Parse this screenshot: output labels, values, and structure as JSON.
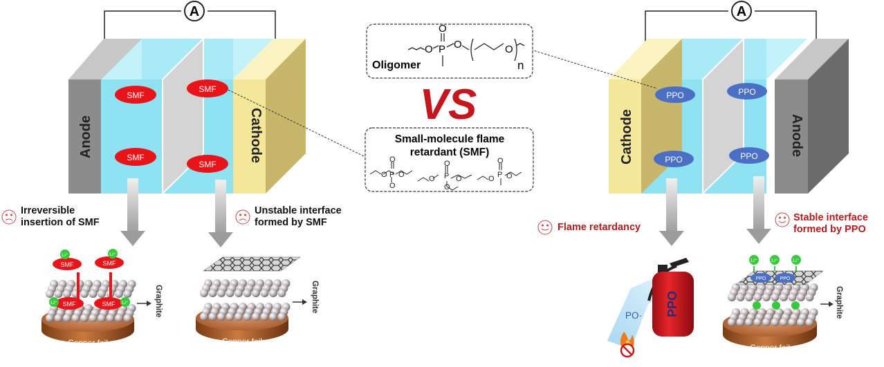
{
  "ammeter": {
    "left": "A",
    "right": "A"
  },
  "left_cell": {
    "anode": "Anode",
    "cathode": "Cathode",
    "smf_label": "SMF"
  },
  "right_cell": {
    "cathode": "Cathode",
    "anode": "Anode",
    "ppo_label": "PPO"
  },
  "center": {
    "oligomer_label": "Oligomer",
    "oligomer_subscript": "n",
    "vs": "VS",
    "smf_title_line1": "Small-molecule flame",
    "smf_title_line2": "retardant (SMF)"
  },
  "captions": {
    "irreversible": "Irreversible\ninsertion of SMF",
    "unstable": "Unstable interface\nformed by SMF",
    "flame": "Flame retardancy",
    "stable": "Stable interface\nformed by PPO"
  },
  "graphics": {
    "graphite": "Graphite",
    "copper_foil": "Copper foil",
    "li_ion": "Li⁺",
    "extinguisher_label": "PPO",
    "radical": "PO·"
  },
  "colors": {
    "smf_red": "#e8141a",
    "ppo_blue": "#4a6fc4",
    "electrolyte_cyan": "#8fe2f2",
    "cathode_yellow": "#f5e79a",
    "anode_gray": "#9a9a9a",
    "copper": "#b7642c",
    "li_green": "#36c93a",
    "label_red": "#b8191c"
  }
}
